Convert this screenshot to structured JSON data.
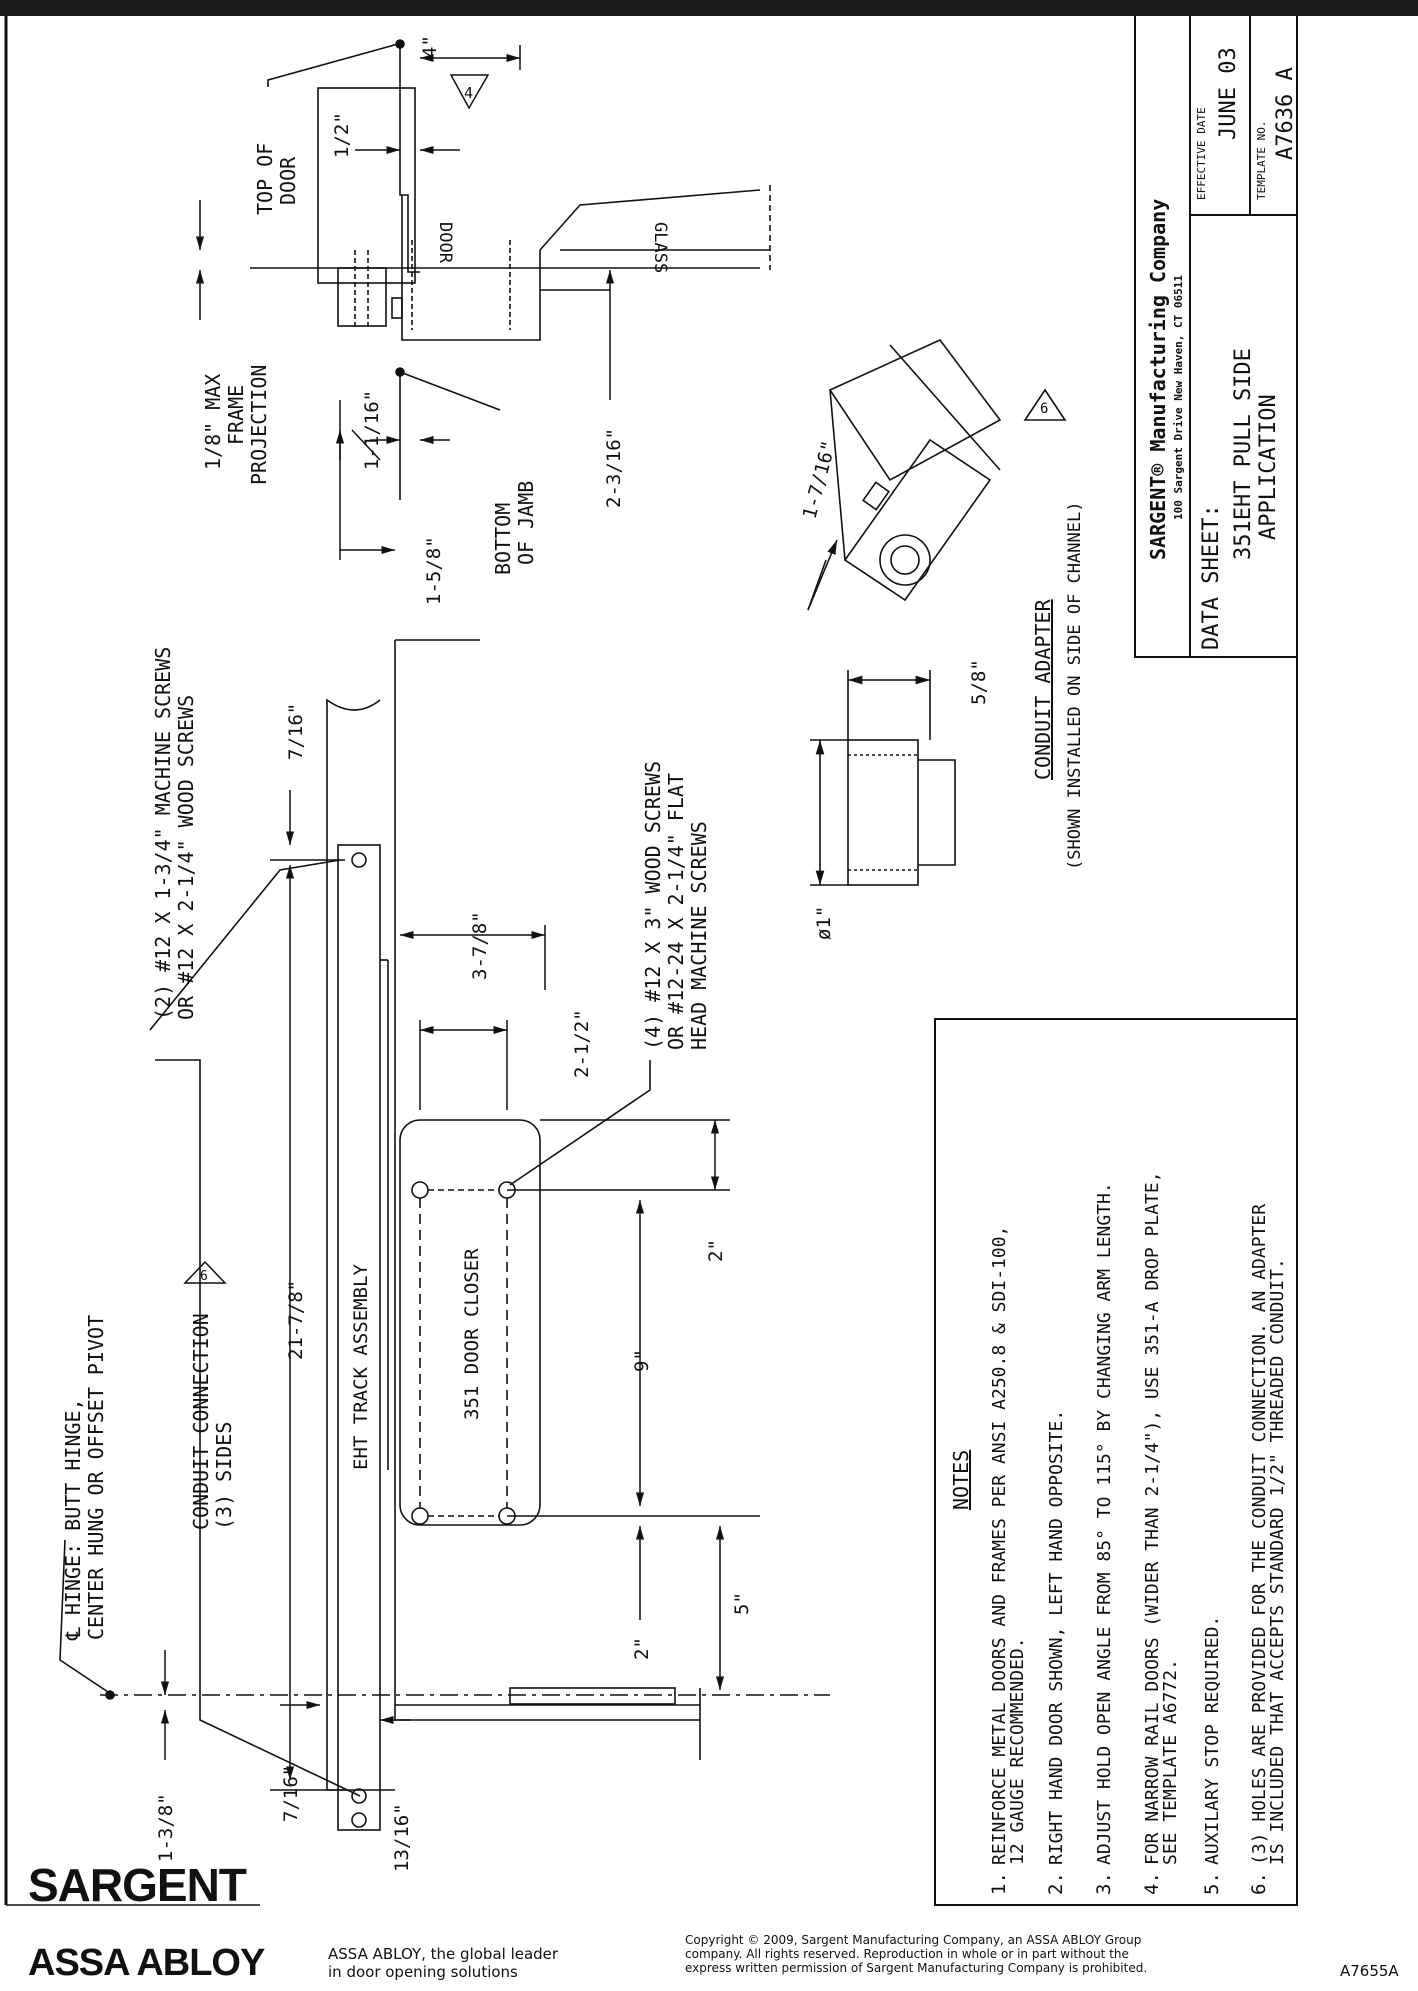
{
  "title_block": {
    "company": "SARGENT® Manufacturing Company",
    "address": "100 Sargent Drive New Haven, CT 06511",
    "effective_date_label": "EFFECTIVE DATE",
    "effective_date": "JUNE 03",
    "template_no_label": "TEMPLATE NO.",
    "template_no": "A7636 A",
    "data_sheet_label": "DATA SHEET:",
    "data_sheet_line1": "351EHT PULL SIDE",
    "data_sheet_line2": "APPLICATION"
  },
  "labels": {
    "top_of_door_1": "TOP OF",
    "top_of_door_2": "DOOR",
    "frame_proj_1": "1/8\" MAX",
    "frame_proj_2": "FRAME",
    "frame_proj_3": "PROJECTION",
    "bottom_jamb_1": "BOTTOM",
    "bottom_jamb_2": "OF JAMB",
    "door": "DOOR",
    "glass": "GLASS",
    "hinge_1": "℄ HINGE: BUTT HINGE,",
    "hinge_2": "CENTER HUNG OR OFFSET PIVOT",
    "conduit_conn_1": "CONDUIT CONNECTION",
    "conduit_conn_2": "(3) SIDES",
    "screws2_1": "(2) #12 X 1-3/4\" MACHINE SCREWS",
    "screws2_2": "OR #12 X 2-1/4\" WOOD SCREWS",
    "screws4_1": "(4) #12 X 3\" WOOD SCREWS",
    "screws4_2": "OR #12-24 X 2-1/4\" FLAT",
    "screws4_3": "HEAD MACHINE SCREWS",
    "track": "EHT TRACK ASSEMBLY",
    "closer": "351 DOOR CLOSER",
    "adapter_title": "CONDUIT ADAPTER",
    "adapter_sub": "(SHOWN INSTALLED ON SIDE OF CHANNEL)",
    "tri4": "4",
    "tri6a": "6",
    "tri6b": "6"
  },
  "dimensions": {
    "d_4": "4\"",
    "d_1_2": "1/2\"",
    "d_1_1_16": "1-1/16\"",
    "d_1_5_8": "1-5/8\"",
    "d_2_3_16": "2-3/16\"",
    "d_1_7_16": "1-7/16\"",
    "d_7_16_top": "7/16\"",
    "d_21_7_8": "21-7/8\"",
    "d_3_7_8": "3-7/8\"",
    "d_2_1_2": "2-1/2\"",
    "d_2a": "2\"",
    "d_9": "9\"",
    "d_2b": "2\"",
    "d_5": "5\"",
    "d_1_3_8": "1-3/8\"",
    "d_7_16_bot": "7/16\"",
    "d_13_16": "13/16\"",
    "d_5_8": "5/8\"",
    "d_phi1": "ø1\""
  },
  "notes": {
    "heading": "NOTES",
    "items": [
      {
        "n": "1.",
        "l1": "REINFORCE METAL DOORS AND FRAMES PER ANSI A250.8 & SDI-100,",
        "l2": "12 GAUGE RECOMMENDED."
      },
      {
        "n": "2.",
        "l1": "RIGHT HAND DOOR SHOWN, LEFT HAND OPPOSITE.",
        "l2": ""
      },
      {
        "n": "3.",
        "l1": "ADJUST HOLD OPEN ANGLE FROM 85° TO 115° BY CHANGING ARM LENGTH.",
        "l2": ""
      },
      {
        "n": "4.",
        "l1": "FOR NARROW RAIL DOORS (WIDER THAN 2-1/4\"), USE 351-A DROP PLATE,",
        "l2": "SEE TEMPLATE A6772."
      },
      {
        "n": "5.",
        "l1": "AUXILARY STOP REQUIRED.",
        "l2": ""
      },
      {
        "n": "6.",
        "l1": "(3) HOLES ARE PROVIDED FOR THE CONDUIT CONNECTION.  AN ADAPTER",
        "l2": "IS INCLUDED THAT ACCEPTS STANDARD 1/2\" THREADED CONDUIT."
      }
    ]
  },
  "footer": {
    "logo_sargent": "SARGENT",
    "logo_assa": "ASSA ABLOY",
    "tagline_1": "ASSA ABLOY, the global leader",
    "tagline_2": "in door opening solutions",
    "copyright_1": "Copyright © 2009, Sargent Manufacturing Company, an ASSA ABLOY Group",
    "copyright_2": "company. All rights reserved. Reproduction in whole or in part without the",
    "copyright_3": "express written permission of Sargent Manufacturing Company is prohibited.",
    "code": "A7655A"
  }
}
